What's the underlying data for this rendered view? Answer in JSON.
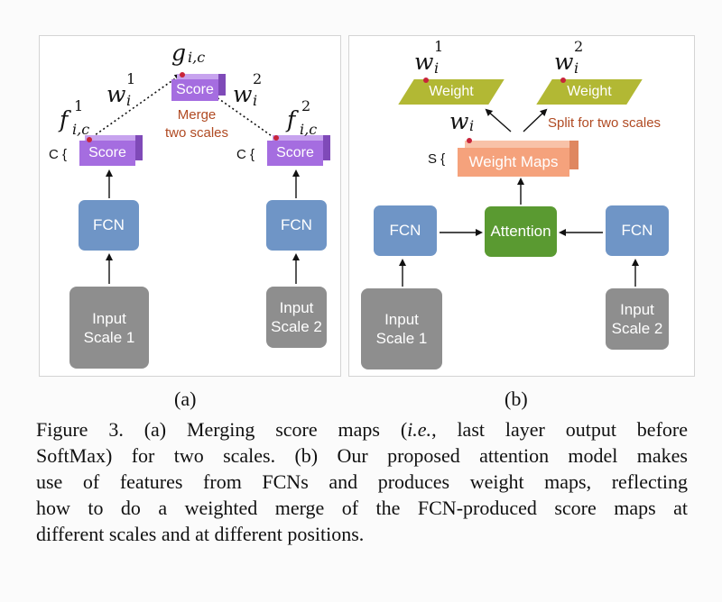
{
  "panel_a": {
    "input1": {
      "line1": "Input",
      "line2": "Scale 1"
    },
    "input2": {
      "line1": "Input",
      "line2": "Scale 2"
    },
    "fcn1": "FCN",
    "fcn2": "FCN",
    "score_left": "Score",
    "score_right": "Score",
    "score_top": "Score",
    "c_left": "C {",
    "c_right": "C {",
    "merge_note": {
      "line1": "Merge",
      "line2": "two scales"
    },
    "f1": {
      "base": "f",
      "sup": "1",
      "sub": "i,c"
    },
    "f2": {
      "base": "f",
      "sup": "2",
      "sub": "i,c"
    },
    "g": {
      "base": "g",
      "sub": "i,c"
    },
    "w1": {
      "base": "w",
      "sup": "1",
      "sub": "i"
    },
    "w2": {
      "base": "w",
      "sup": "2",
      "sub": "i"
    },
    "label": "(a)"
  },
  "panel_b": {
    "input1": {
      "line1": "Input",
      "line2": "Scale 1"
    },
    "input2": {
      "line1": "Input",
      "line2": "Scale 2"
    },
    "fcn1": "FCN",
    "fcn2": "FCN",
    "attention": "Attention",
    "weight_maps": "Weight Maps",
    "s_label": "S {",
    "weight_left": "Weight",
    "weight_right": "Weight",
    "split_note": "Split for two scales",
    "wi": {
      "base": "w",
      "sub": "i"
    },
    "w1": {
      "base": "w",
      "sup": "1",
      "sub": "i"
    },
    "w2": {
      "base": "w",
      "sup": "2",
      "sub": "i"
    },
    "label": "(b)"
  },
  "caption": [
    "Figure 3. (a) Merging score maps (",
    "i.e.",
    ", last layer output before",
    "SoftMax) for two scales. (b) Our proposed attention model makes",
    "use of features from FCNs and produces weight maps, reflecting",
    "how to do a weighted merge of the FCN-produced score maps at",
    "different scales and at different positions."
  ]
}
